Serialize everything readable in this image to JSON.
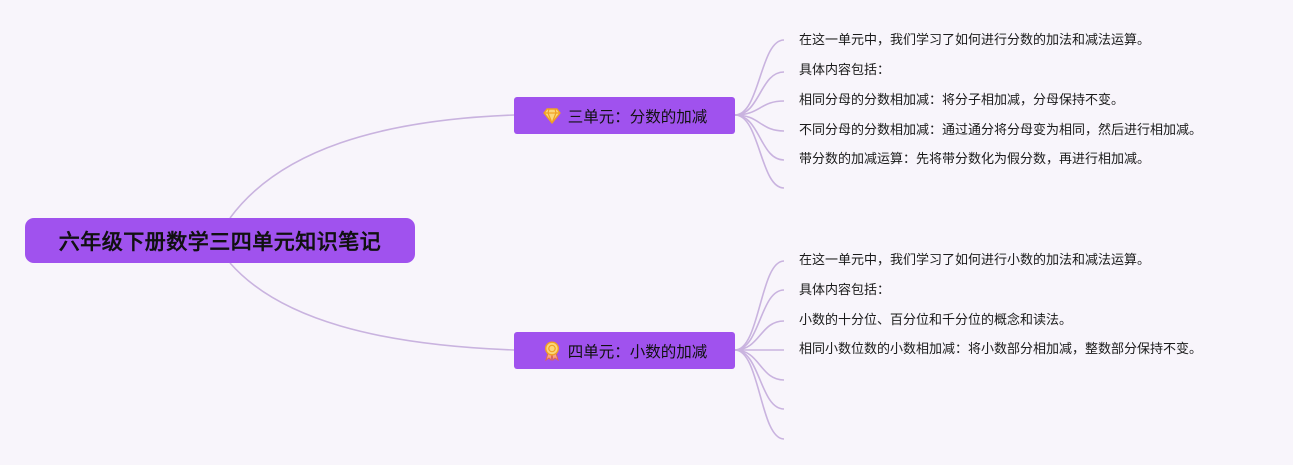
{
  "root": {
    "label": "六年级下册数学三四单元知识笔记"
  },
  "branches": [
    {
      "label": "三单元：分数的加减",
      "icon": "diamond-icon",
      "items": [
        "在这一单元中，我们学习了如何进行分数的加法和减法运算。",
        "具体内容包括：",
        "相同分母的分数相加减：将分子相加减，分母保持不变。",
        "不同分母的分数相加减：通过通分将分母变为相同，然后进行相加减。",
        "带分数的加减运算：先将带分数化为假分数，再进行相加减。",
        ""
      ]
    },
    {
      "label": "四单元：小数的加减",
      "icon": "award-ribbon-icon",
      "items": [
        "在这一单元中，我们学习了如何进行小数的加法和减法运算。",
        "具体内容包括：",
        "小数的十分位、百分位和千分位的概念和读法。",
        "相同小数位数的小数相加减：将小数部分相加减，整数部分保持不变。",
        "",
        "",
        ""
      ]
    }
  ],
  "colors": {
    "background": "#f8f5fb",
    "node_fill": "#a052ee",
    "connector": "#c9b3df",
    "icon_orange": "#f0a023"
  }
}
